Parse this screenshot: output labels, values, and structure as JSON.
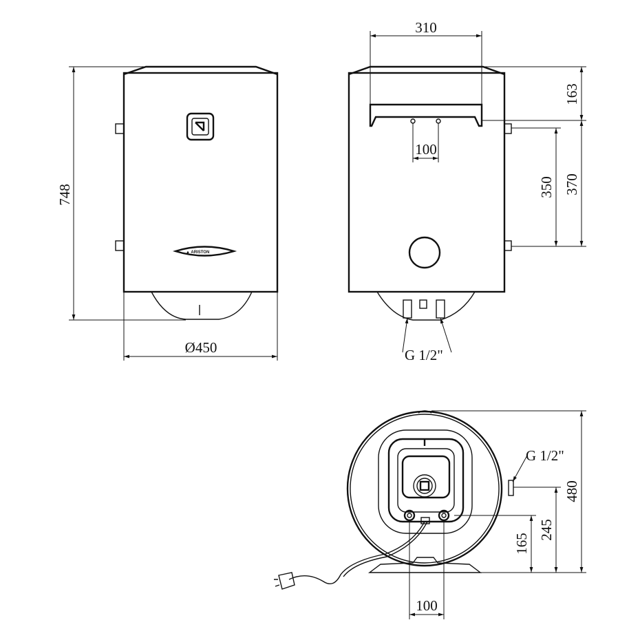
{
  "front_view": {
    "height_dim": "748",
    "diameter_dim": "Ø450",
    "logo_text": "ARISTON"
  },
  "side_view": {
    "bracket_width_dim": "310",
    "hole_spacing_dim": "100",
    "top_to_bracket_dim": "163",
    "bracket_to_lower_dim": "370",
    "connector_spacing_dim": "350",
    "pipe_thread_label": "G 1/2\""
  },
  "bottom_view": {
    "height_dim": "480",
    "side_connector_dim": "245",
    "pipe_height_dim": "165",
    "pipe_spacing_dim": "100",
    "pipe_thread_label": "G 1/2\""
  }
}
